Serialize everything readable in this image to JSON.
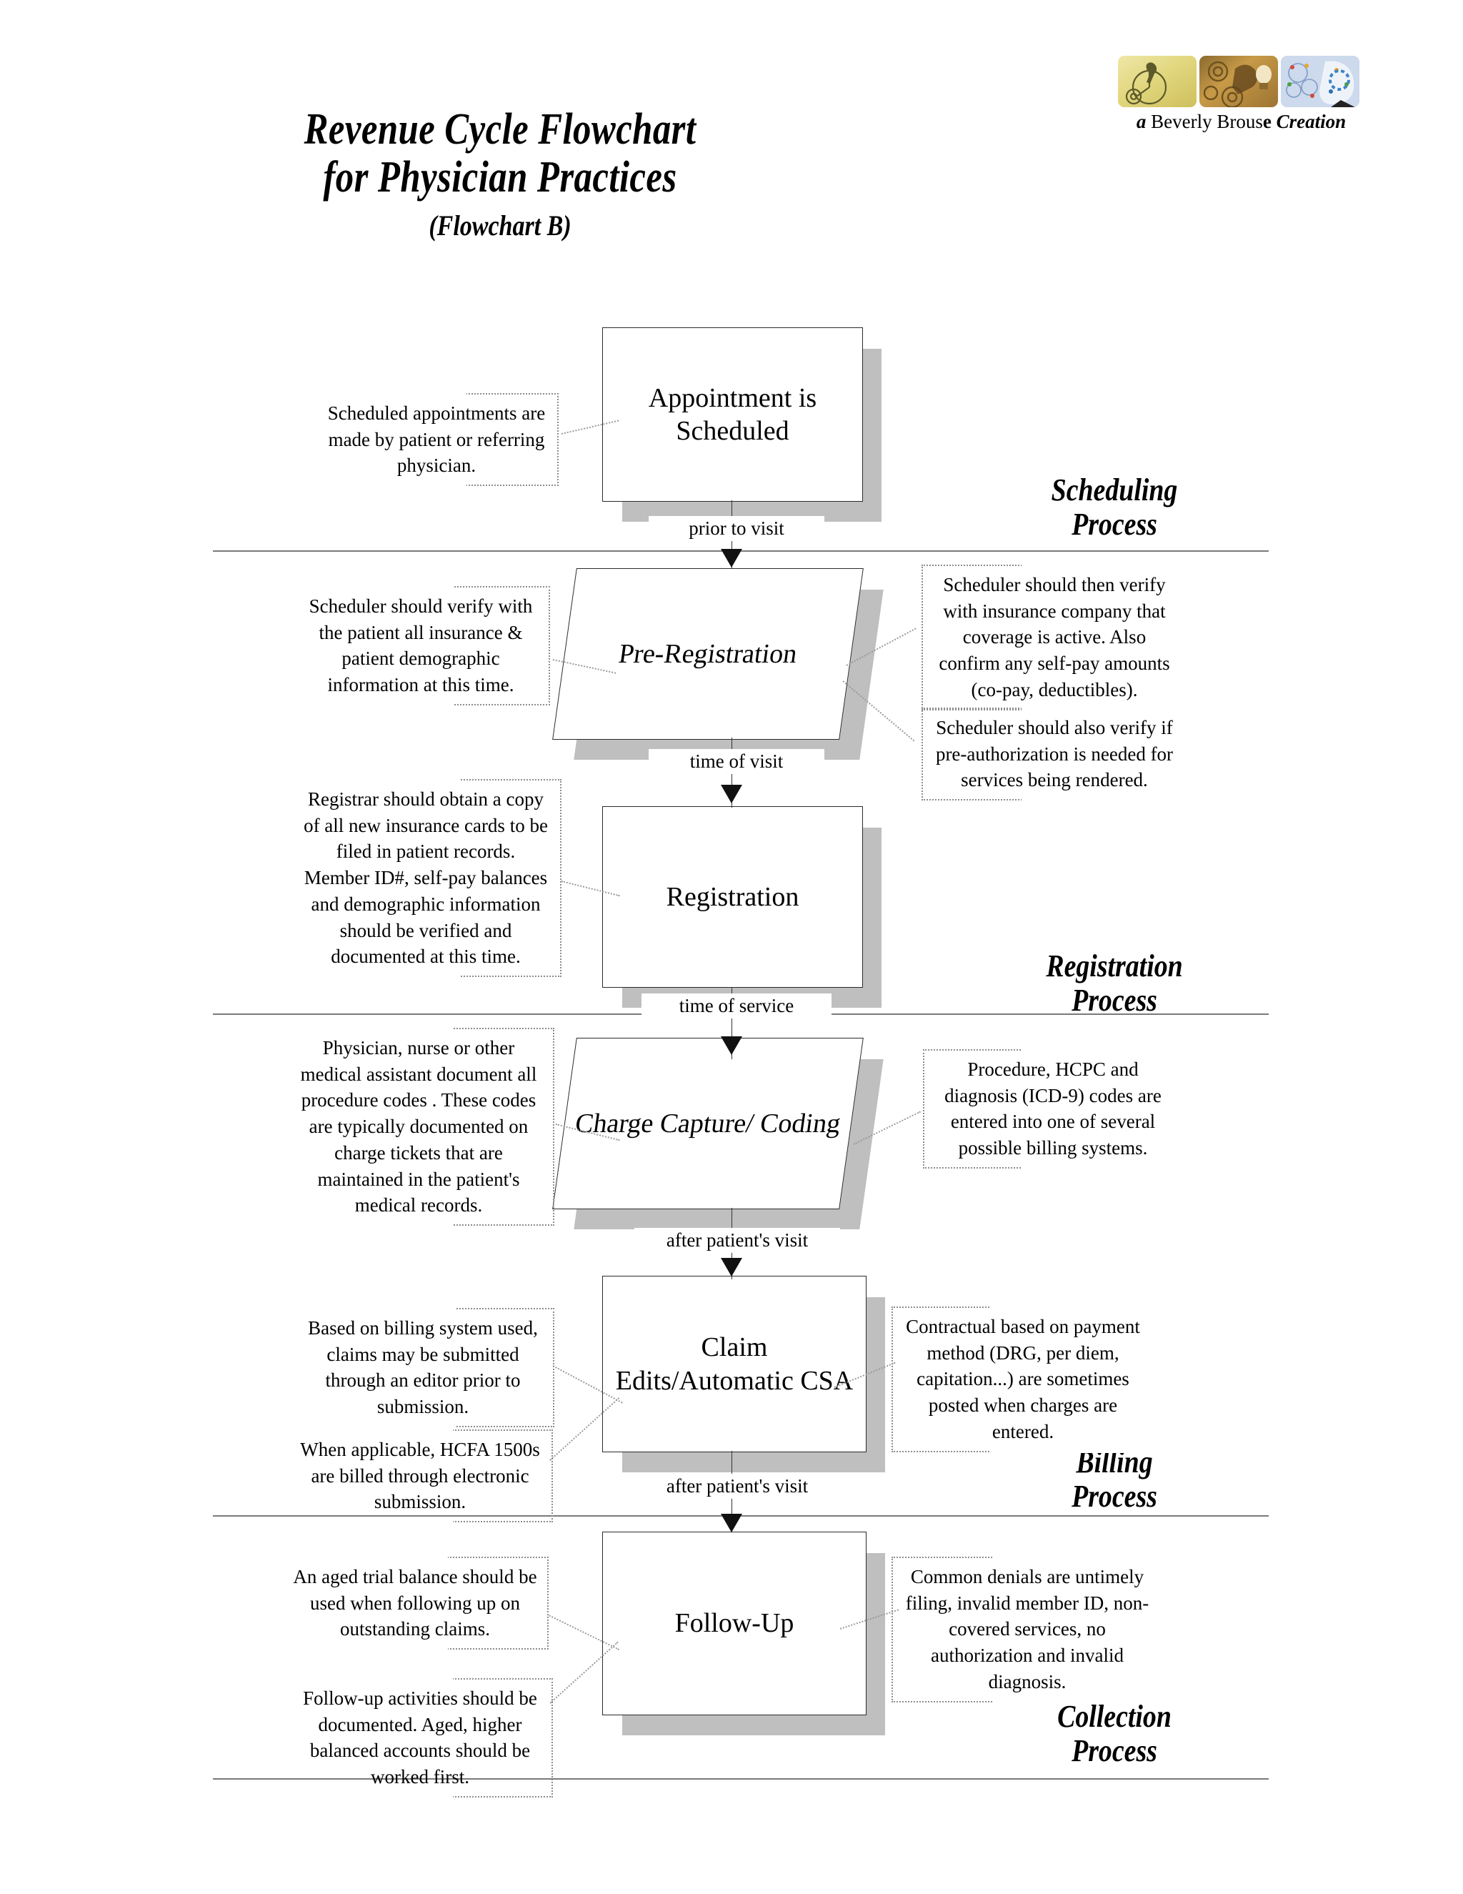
{
  "title": {
    "line1": "Revenue Cycle Flowchart",
    "line2": "for Physician Practices",
    "subtitle": "(Flowchart B)"
  },
  "logo": {
    "caption_a": "a",
    "caption_name": " Beverly Brous",
    "caption_e": "e",
    "caption_creation": " Creation",
    "tiles": [
      {
        "name": "penny-farthing-bicycle-tile"
      },
      {
        "name": "gears-lightbulb-tile"
      },
      {
        "name": "brain-network-tile"
      }
    ]
  },
  "bands": [
    {
      "id": "scheduling",
      "label_line1": "Scheduling",
      "label_line2": "Process"
    },
    {
      "id": "registration",
      "label_line1": "Registration",
      "label_line2": "Process"
    },
    {
      "id": "billing",
      "label_line1": "Billing",
      "label_line2": "Process"
    },
    {
      "id": "collection",
      "label_line1": "Collection",
      "label_line2": "Process"
    }
  ],
  "nodes": [
    {
      "id": "appointment",
      "label": "Appointment is Scheduled",
      "shape": "rectangle"
    },
    {
      "id": "preregistration",
      "label": "Pre-Registration",
      "shape": "parallelogram"
    },
    {
      "id": "registration",
      "label": "Registration",
      "shape": "rectangle"
    },
    {
      "id": "chargecapture",
      "label": "Charge Capture/ Coding",
      "shape": "parallelogram"
    },
    {
      "id": "claimedits",
      "label": "Claim Edits/Automatic CSA",
      "shape": "rectangle"
    },
    {
      "id": "followup",
      "label": "Follow-Up",
      "shape": "rectangle"
    }
  ],
  "connectors": [
    {
      "id": "c1",
      "label": "prior to visit"
    },
    {
      "id": "c2",
      "label": "time of visit"
    },
    {
      "id": "c3",
      "label": "time of service"
    },
    {
      "id": "c4",
      "label": "after patient's visit"
    },
    {
      "id": "c5",
      "label": "after patient's visit"
    }
  ],
  "callouts": [
    {
      "id": "a1",
      "side": "left",
      "text": "Scheduled appointments are made  by  patient or referring physician."
    },
    {
      "id": "a2",
      "side": "left",
      "text": "Scheduler should verify with the patient all insurance & patient demographic information at this time."
    },
    {
      "id": "a3",
      "side": "right",
      "text": "Scheduler should then verify with insurance company that coverage is active. Also confirm any self-pay amounts (co-pay, deductibles)."
    },
    {
      "id": "a4",
      "side": "right",
      "text": "Scheduler should also verify if pre-authorization is needed for services being rendered."
    },
    {
      "id": "a5",
      "side": "left",
      "text": "Registrar should obtain a copy of all new insurance cards to be filed in patient records. Member ID#, self-pay balances and demographic information should be verified and documented at this time."
    },
    {
      "id": "a6",
      "side": "left",
      "text": "Physician, nurse or other medical assistant document all procedure codes . These codes are typically documented on charge tickets that are maintained in the patient's medical records."
    },
    {
      "id": "a7",
      "side": "right",
      "text": "Procedure, HCPC and diagnosis (ICD-9) codes are entered into one of several possible billing systems."
    },
    {
      "id": "a8",
      "side": "left",
      "text": "Based on billing system used, claims may be submitted through an editor prior to submission."
    },
    {
      "id": "a9",
      "side": "left",
      "text": "When applicable, HCFA 1500s are billed through electronic submission."
    },
    {
      "id": "a10",
      "side": "right",
      "text": "Contractual based on payment method (DRG, per diem, capitation...) are sometimes posted when charges are entered."
    },
    {
      "id": "a11",
      "side": "left",
      "text": "An aged trial balance should be used when following up on outstanding claims."
    },
    {
      "id": "a12",
      "side": "left",
      "text": "Follow-up activities should be documented. Aged, higher balanced accounts should be worked first."
    },
    {
      "id": "a13",
      "side": "right",
      "text": "Common denials are untimely filing, invalid member ID, non-covered services, no authorization and invalid diagnosis."
    }
  ],
  "colors": {
    "shadow": "#bfbfbf",
    "border": "#2b2b2b",
    "divider": "#7a7a7a",
    "callout_border": "#8d8d8d"
  }
}
